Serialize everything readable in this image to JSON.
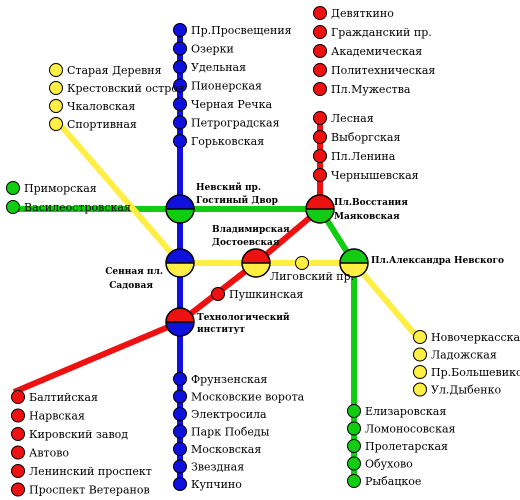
{
  "colors": {
    "red": "#ee1111",
    "blue": "#1010dd",
    "green": "#11cc11",
    "yellow": "#ffee44",
    "orange": "#ffcc33",
    "edge": "#000000"
  },
  "lines": {
    "red": {
      "north": [
        "Девяткино",
        "Гражданский пр.",
        "Академическая",
        "Политехническая",
        "Пл.Мужества"
      ],
      "center": [
        "Лесная",
        "Выборгская",
        "Пл.Ленина",
        "Чернышевская"
      ],
      "south": [
        "Балтийская",
        "Нарвская",
        "Кировский завод",
        "Автово",
        "Ленинский проспект",
        "Проспект Ветеранов"
      ]
    },
    "blue": {
      "north": [
        "Пр.Просвещения",
        "Озерки",
        "Удельная",
        "Пионерская",
        "Черная Речка",
        "Петроградская",
        "Горьковская"
      ],
      "south": [
        "Фрунзенская",
        "Московские ворота",
        "Электросила",
        "Парк Победы",
        "Московская",
        "Звездная",
        "Купчино"
      ]
    },
    "green": {
      "west": [
        "Приморская",
        "Василеостровская"
      ],
      "south": [
        "Елизаровская",
        "Ломоносовская",
        "Пролетарская",
        "Обухово",
        "Рыбацкое"
      ]
    },
    "orange": {
      "north": [
        "Старая Деревня",
        "Крестовский остров",
        "Чкаловская",
        "Спортивная"
      ],
      "east": [
        "Новочеркасская",
        "Ладожская",
        "Пр.Большевиков",
        "Ул.Дыбенко"
      ]
    },
    "single": {
      "ligovsky": "Лиговский пр.",
      "pushkinskaya": "Пушкинская"
    }
  },
  "transfers": {
    "nevsky": [
      "Невский пр.",
      "Гостиный Двор"
    ],
    "vosstaniya": [
      "Пл.Восстания",
      "Маяковская"
    ],
    "vladimirskaya": [
      "Владимирская",
      "Достоевская"
    ],
    "sennaya": [
      "Сенная пл.",
      "Садовая"
    ],
    "tekhnolog": [
      "Технологический",
      "институт"
    ],
    "nevskogo": "Пл.Александра Невского"
  }
}
